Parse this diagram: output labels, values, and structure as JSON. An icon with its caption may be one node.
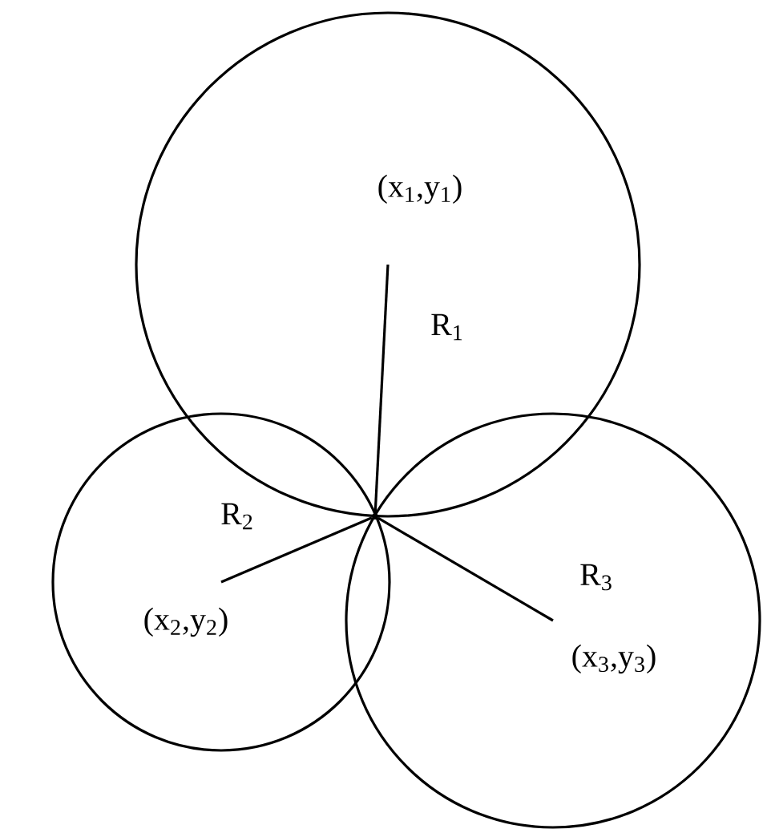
{
  "diagram": {
    "nodes": [
      {
        "text": [
          "(x$_{1}$,y$_{1}$)",
          "R$_{1}$"
        ]
      },
      {
        "text": [
          "R$_{2}$",
          "(x$_{2}$,y$_{2}$)"
        ]
      },
      {
        "text": [
          "R$_{3}$",
          "(x$_{3}$,y$_{3}$)"
        ]
      },
      {
        "text": [],
        "shape": "point"
      }
    ],
    "edges": [
      {
        "from": 0,
        "to": 3,
        "arrow": "none"
      },
      {
        "from": 1,
        "to": 3,
        "arrow": "none"
      },
      {
        "from": 2,
        "to": 3,
        "arrow": "none"
      }
    ]
  }
}
